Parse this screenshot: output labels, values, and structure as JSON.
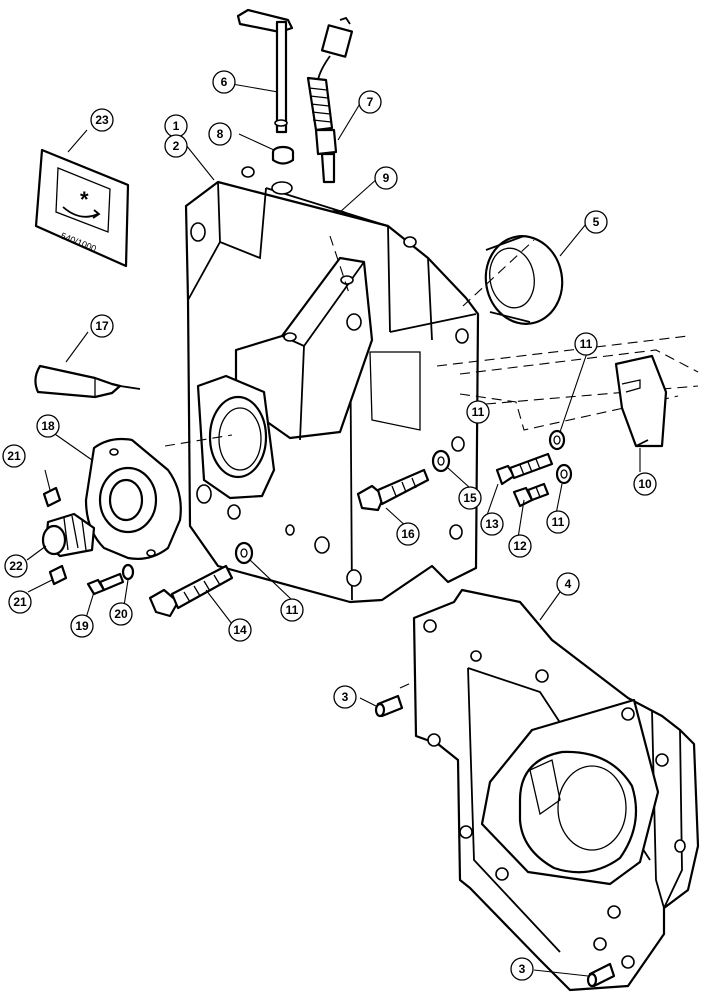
{
  "callouts": [
    "1",
    "2",
    "3",
    "3",
    "4",
    "5",
    "6",
    "7",
    "8",
    "9",
    "10",
    "11",
    "11",
    "11",
    "11",
    "12",
    "13",
    "14",
    "15",
    "16",
    "17",
    "18",
    "19",
    "20",
    "21",
    "21",
    "22",
    "23"
  ],
  "decal": {
    "symbol": "*",
    "speed_label": "540/1000"
  }
}
